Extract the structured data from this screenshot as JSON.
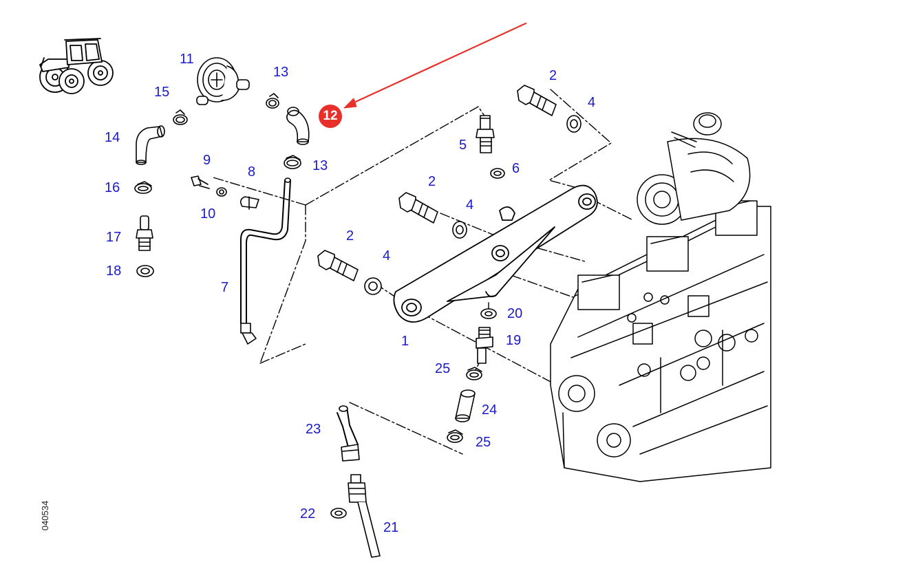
{
  "colors": {
    "callout_text": "#1a1acc",
    "highlight": "#e8302a",
    "line": "#000000"
  },
  "highlight": {
    "label": "12"
  },
  "callouts": [
    {
      "key": "c1",
      "text": "1"
    },
    {
      "key": "c2a",
      "text": "2"
    },
    {
      "key": "c2b",
      "text": "2"
    },
    {
      "key": "c2c",
      "text": "2"
    },
    {
      "key": "c4a",
      "text": "4"
    },
    {
      "key": "c4b",
      "text": "4"
    },
    {
      "key": "c4c",
      "text": "4"
    },
    {
      "key": "c5",
      "text": "5"
    },
    {
      "key": "c6",
      "text": "6"
    },
    {
      "key": "c7",
      "text": "7"
    },
    {
      "key": "c8",
      "text": "8"
    },
    {
      "key": "c9",
      "text": "9"
    },
    {
      "key": "c10",
      "text": "10"
    },
    {
      "key": "c11",
      "text": "11"
    },
    {
      "key": "c13a",
      "text": "13"
    },
    {
      "key": "c13b",
      "text": "13"
    },
    {
      "key": "c14",
      "text": "14"
    },
    {
      "key": "c15",
      "text": "15"
    },
    {
      "key": "c16",
      "text": "16"
    },
    {
      "key": "c17",
      "text": "17"
    },
    {
      "key": "c18",
      "text": "18"
    },
    {
      "key": "c19",
      "text": "19"
    },
    {
      "key": "c20",
      "text": "20"
    },
    {
      "key": "c21",
      "text": "21"
    },
    {
      "key": "c22",
      "text": "22"
    },
    {
      "key": "c23",
      "text": "23"
    },
    {
      "key": "c24",
      "text": "24"
    },
    {
      "key": "c25a",
      "text": "25"
    },
    {
      "key": "c25b",
      "text": "25"
    }
  ],
  "document_id": "040534",
  "icons": [
    "tractor-icon"
  ]
}
